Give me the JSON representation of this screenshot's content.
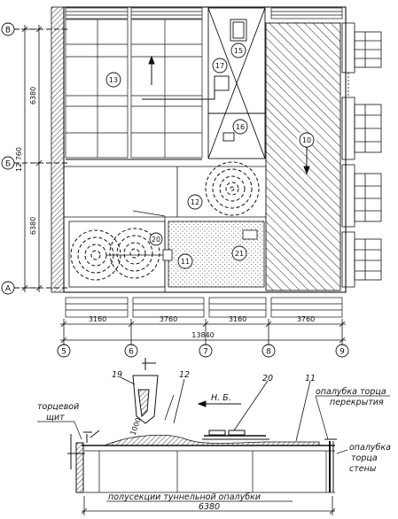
{
  "axes": {
    "rows": [
      "В",
      "Б",
      "А"
    ],
    "cols": [
      "5",
      "6",
      "7",
      "8",
      "9"
    ]
  },
  "dimensions": {
    "left_top": "6380",
    "left_total": "12 760",
    "left_bottom": "6380",
    "bottom_spans": [
      "3160",
      "3760",
      "3160",
      "3760"
    ],
    "bottom_total": "13840",
    "section_width": "6380"
  },
  "markers": [
    "10",
    "11",
    "12",
    "13",
    "15",
    "16",
    "17",
    "20",
    "21"
  ],
  "section": {
    "markers": [
      "19",
      "12",
      "20",
      "11"
    ],
    "direction_label": "Н. Б.",
    "small_dim": "1000",
    "label_end_shield_line1": "торцевой",
    "label_end_shield_line2": "щит",
    "label_slab_end_line1": "опалубка торца",
    "label_slab_end_line2": "перекрытия",
    "label_wall_end_line1": "опалубка",
    "label_wall_end_line2": "торца",
    "label_wall_end_line3": "стены",
    "label_tunnel_forms": "полусекции туннельной опалубки"
  }
}
